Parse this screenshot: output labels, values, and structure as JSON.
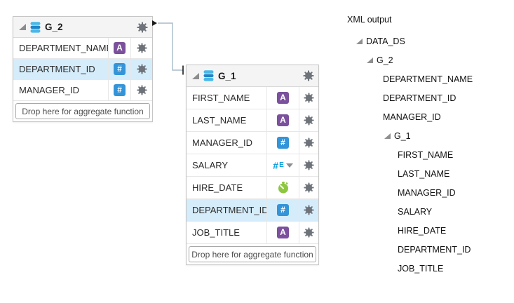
{
  "palette": {
    "accent_blue": "#3494d8",
    "accent_purple": "#7b509c",
    "accent_green": "#8dc63f",
    "accent_cyan": "#49b8e8",
    "highlight_row": "#d5ecfa",
    "connector_line": "#a9bbc9"
  },
  "icons": {
    "text_glyph": "A",
    "number_glyph": "#",
    "aggregate_glyph": "E",
    "dropdown_icon": "triangle-down",
    "gear_icon": "gear",
    "table_icon": "stacked-db",
    "date_icon": "stopwatch"
  },
  "groups": [
    {
      "title": "G_2",
      "drop_label": "Drop here for aggregate function",
      "fields": [
        {
          "name": "DEPARTMENT_NAME",
          "type": "text",
          "highlight": false
        },
        {
          "name": "DEPARTMENT_ID",
          "type": "number",
          "highlight": true
        },
        {
          "name": "MANAGER_ID",
          "type": "number",
          "highlight": false
        }
      ]
    },
    {
      "title": "G_1",
      "drop_label": "Drop here for aggregate function",
      "fields": [
        {
          "name": "FIRST_NAME",
          "type": "text",
          "highlight": false
        },
        {
          "name": "LAST_NAME",
          "type": "text",
          "highlight": false
        },
        {
          "name": "MANAGER_ID",
          "type": "number",
          "highlight": false
        },
        {
          "name": "SALARY",
          "type": "number-aggregate",
          "highlight": false
        },
        {
          "name": "HIRE_DATE",
          "type": "date",
          "highlight": false
        },
        {
          "name": "DEPARTMENT_ID",
          "type": "number",
          "highlight": true
        },
        {
          "name": "JOB_TITLE",
          "type": "text",
          "highlight": false
        }
      ]
    }
  ],
  "link": {
    "parent": "G_2",
    "child": "G_1"
  },
  "xml_output": {
    "title": "XML output",
    "tree": {
      "label": "DATA_DS",
      "children": [
        {
          "label": "G_2",
          "children": [
            {
              "label": "DEPARTMENT_NAME"
            },
            {
              "label": "DEPARTMENT_ID"
            },
            {
              "label": "MANAGER_ID"
            },
            {
              "label": "G_1",
              "children": [
                {
                  "label": "FIRST_NAME"
                },
                {
                  "label": "LAST_NAME"
                },
                {
                  "label": "MANAGER_ID"
                },
                {
                  "label": "SALARY"
                },
                {
                  "label": "HIRE_DATE"
                },
                {
                  "label": "DEPARTMENT_ID"
                },
                {
                  "label": "JOB_TITLE"
                }
              ]
            }
          ]
        }
      ]
    }
  }
}
